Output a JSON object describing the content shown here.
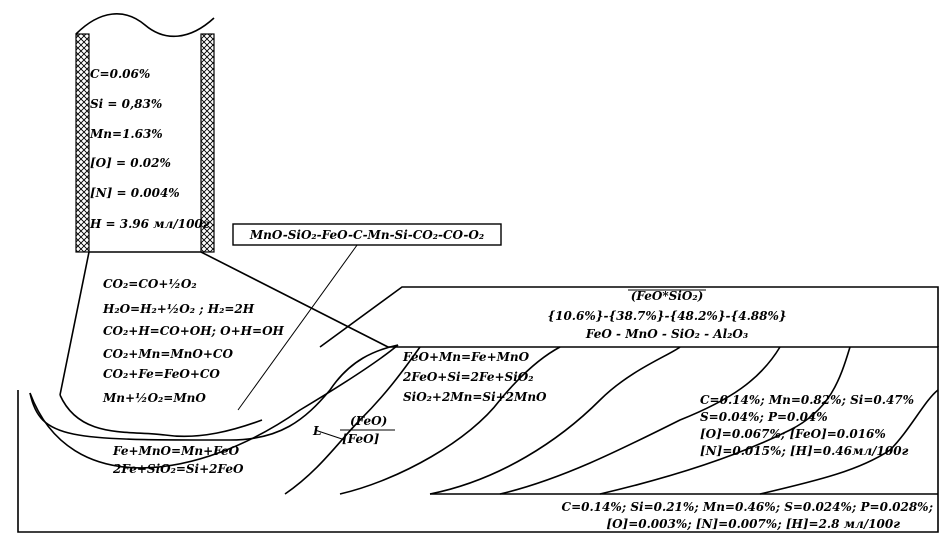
{
  "electrode": {
    "lines": [
      "C=0.06%",
      "Si = 0,83%",
      "Mn=1.63%",
      "[O] = 0.02%",
      "[N] = 0.004%",
      "H = 3.96 мл/100г"
    ]
  },
  "reaction_system": "MnO-SiO₂-FeO-C-Mn-Si-CO₂-CO-O₂",
  "arc_reactions": [
    "CO₂=CO+½O₂",
    "H₂O=H₂+½O₂ ; H₂=2H",
    "CO₂+H=CO+OH; O+H=OH",
    "CO₂+Mn=MnO+CO",
    "CO₂+Fe=FeO+CO",
    "Mn+½O₂=MnO"
  ],
  "slag": {
    "compound": "(FeO*SiO₂)",
    "composition": "{10.6%}-{38.7%}-{48.2%}-{4.88%}",
    "components": "FeO  -  MnO  -  SiO₂  -  Al₂O₃"
  },
  "slag_metal_reactions": [
    "FeO+Mn=Fe+MnO",
    "2FeO+Si=2Fe+SiO₂",
    "SiO₂+2Mn=Si+2MnO"
  ],
  "distribution": {
    "label": "L",
    "numerator": "(FeO)",
    "denominator": "[FeO]"
  },
  "pool_reactions": [
    "Fe+MnO=Mn+FeO",
    "2Fe+SiO₂=Si+2FeO"
  ],
  "weld_metal": [
    "C=0.14%; Mn=0.82%; Si=0.47%",
    "S=0.04%; P=0.04%",
    "[O]=0.067%; [FeO]=0.016%",
    "[N]=0.015%; [H]=0.46мл/100г"
  ],
  "base_metal": [
    "C=0.14%; Si=0.21%; Mn=0.46%; S=0.024%; P=0.028%;",
    "[O]=0.003%; [N]=0.007%; [H]=2.8 мл/100г"
  ]
}
